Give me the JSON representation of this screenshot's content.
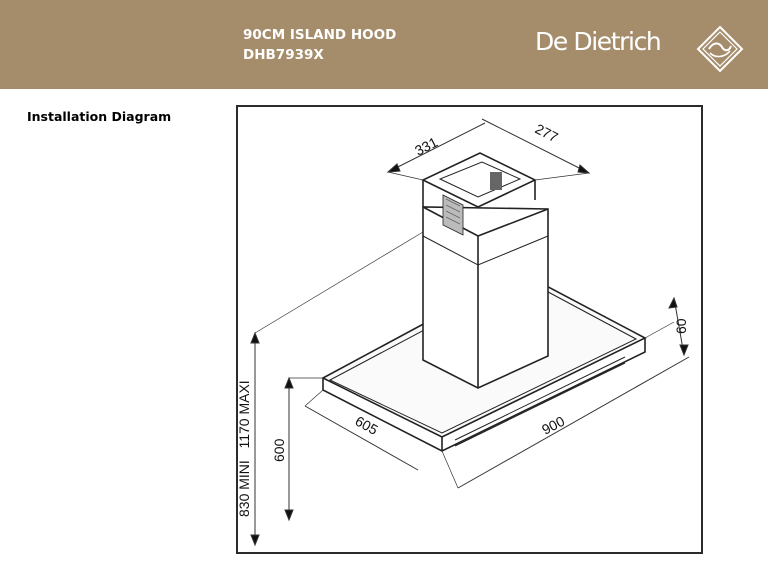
{
  "header": {
    "product_line": "90CM ISLAND HOOD",
    "model": "DHB7939X",
    "brand": "De Dietrich",
    "background_color": "#a58c6a",
    "logo_icon": "diamond-logo-icon"
  },
  "section": {
    "title": "Installation Diagram"
  },
  "diagram": {
    "dimensions": {
      "chimney_width": "331",
      "chimney_depth": "277",
      "canopy_height": "60",
      "canopy_width": "900",
      "canopy_depth": "605",
      "canopy_height_min": "600",
      "total_height_range": "830 MINI   1170 MAXI"
    }
  }
}
